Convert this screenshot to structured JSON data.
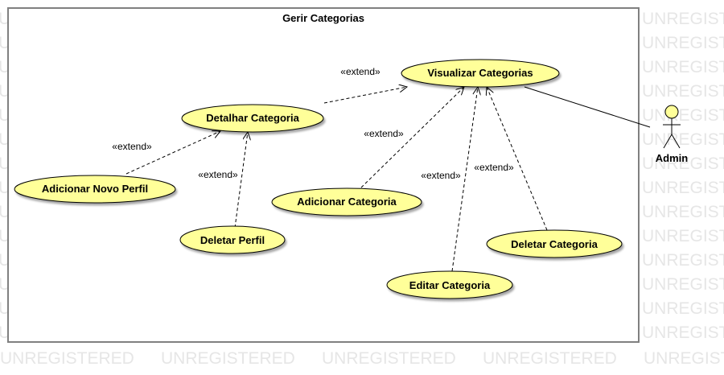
{
  "system": {
    "title": "Gerir Categorias"
  },
  "watermark": {
    "text": "UNREGISTERED"
  },
  "actor": {
    "name": "Admin"
  },
  "use_cases": {
    "visualizar": "Visualizar Categorias",
    "detalhar": "Detalhar Categoria",
    "adicionar_perfil": "Adicionar Novo Perfil",
    "deletar_perfil": "Deletar Perfil",
    "adicionar_categoria": "Adicionar Categoria",
    "editar_categoria": "Editar Categoria",
    "deletar_categoria": "Deletar Categoria"
  },
  "relations": {
    "extend_detalhar_visualizar": "«extend»",
    "extend_adicionar_perfil_detalhar": "«extend»",
    "extend_deletar_perfil_detalhar": "«extend»",
    "extend_adicionar_categoria_visualizar": "«extend»",
    "extend_editar_categoria_visualizar": "«extend»",
    "extend_deletar_categoria_visualizar": "«extend»"
  },
  "colors": {
    "use_case_fill": "#FFFF99",
    "use_case_stroke": "#000000",
    "watermark": "#E6E6E6",
    "boundary": "#808080"
  }
}
